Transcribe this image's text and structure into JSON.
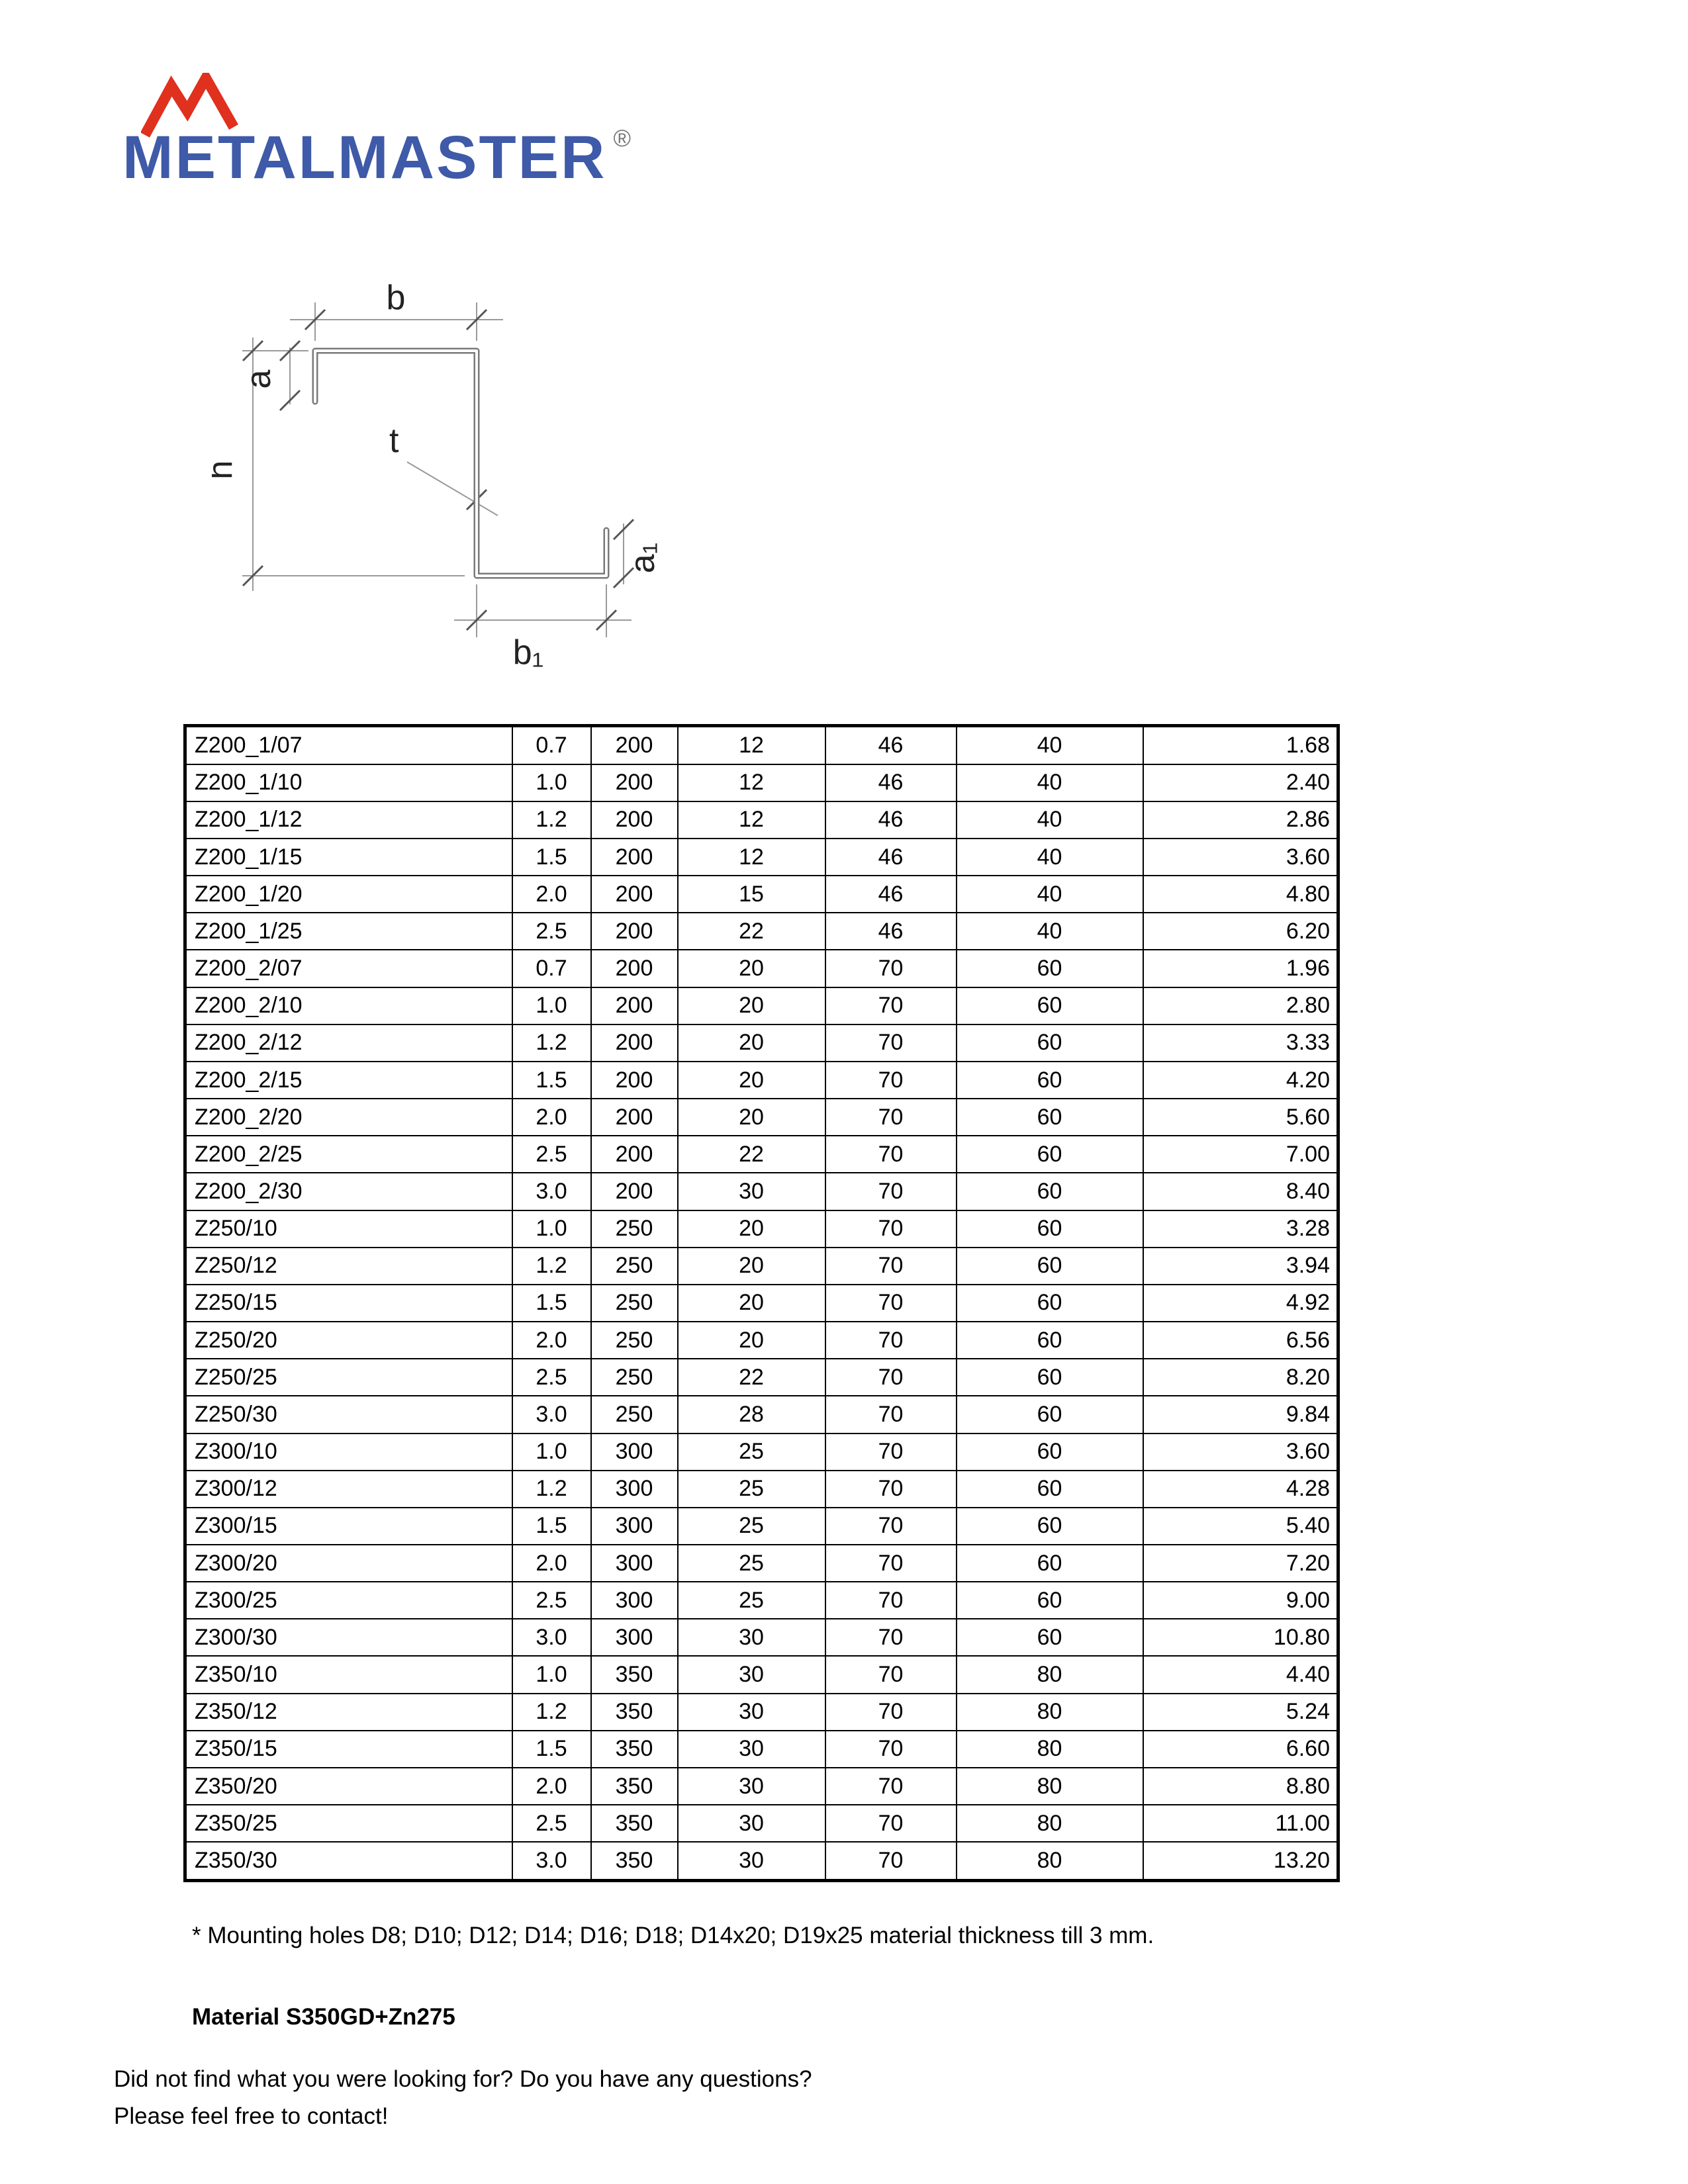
{
  "logo": {
    "brand": "METALMASTER",
    "registered": "®",
    "brand_color": "#3e5aa8",
    "icon_color": "#e0301e",
    "icon": "mountain-zigzag-icon"
  },
  "diagram": {
    "labels": {
      "b": "b",
      "a": "a",
      "t": "t",
      "h": "h",
      "a1": "a₁",
      "b1": "b₁"
    }
  },
  "table": {
    "rows": [
      [
        "Z200_1/07",
        "0.7",
        "200",
        "12",
        "46",
        "40",
        "1.68"
      ],
      [
        "Z200_1/10",
        "1.0",
        "200",
        "12",
        "46",
        "40",
        "2.40"
      ],
      [
        "Z200_1/12",
        "1.2",
        "200",
        "12",
        "46",
        "40",
        "2.86"
      ],
      [
        "Z200_1/15",
        "1.5",
        "200",
        "12",
        "46",
        "40",
        "3.60"
      ],
      [
        "Z200_1/20",
        "2.0",
        "200",
        "15",
        "46",
        "40",
        "4.80"
      ],
      [
        "Z200_1/25",
        "2.5",
        "200",
        "22",
        "46",
        "40",
        "6.20"
      ],
      [
        "Z200_2/07",
        "0.7",
        "200",
        "20",
        "70",
        "60",
        "1.96"
      ],
      [
        "Z200_2/10",
        "1.0",
        "200",
        "20",
        "70",
        "60",
        "2.80"
      ],
      [
        "Z200_2/12",
        "1.2",
        "200",
        "20",
        "70",
        "60",
        "3.33"
      ],
      [
        "Z200_2/15",
        "1.5",
        "200",
        "20",
        "70",
        "60",
        "4.20"
      ],
      [
        "Z200_2/20",
        "2.0",
        "200",
        "20",
        "70",
        "60",
        "5.60"
      ],
      [
        "Z200_2/25",
        "2.5",
        "200",
        "22",
        "70",
        "60",
        "7.00"
      ],
      [
        "Z200_2/30",
        "3.0",
        "200",
        "30",
        "70",
        "60",
        "8.40"
      ],
      [
        "Z250/10",
        "1.0",
        "250",
        "20",
        "70",
        "60",
        "3.28"
      ],
      [
        "Z250/12",
        "1.2",
        "250",
        "20",
        "70",
        "60",
        "3.94"
      ],
      [
        "Z250/15",
        "1.5",
        "250",
        "20",
        "70",
        "60",
        "4.92"
      ],
      [
        "Z250/20",
        "2.0",
        "250",
        "20",
        "70",
        "60",
        "6.56"
      ],
      [
        "Z250/25",
        "2.5",
        "250",
        "22",
        "70",
        "60",
        "8.20"
      ],
      [
        "Z250/30",
        "3.0",
        "250",
        "28",
        "70",
        "60",
        "9.84"
      ],
      [
        "Z300/10",
        "1.0",
        "300",
        "25",
        "70",
        "60",
        "3.60"
      ],
      [
        "Z300/12",
        "1.2",
        "300",
        "25",
        "70",
        "60",
        "4.28"
      ],
      [
        "Z300/15",
        "1.5",
        "300",
        "25",
        "70",
        "60",
        "5.40"
      ],
      [
        "Z300/20",
        "2.0",
        "300",
        "25",
        "70",
        "60",
        "7.20"
      ],
      [
        "Z300/25",
        "2.5",
        "300",
        "25",
        "70",
        "60",
        "9.00"
      ],
      [
        "Z300/30",
        "3.0",
        "300",
        "30",
        "70",
        "60",
        "10.80"
      ],
      [
        "Z350/10",
        "1.0",
        "350",
        "30",
        "70",
        "80",
        "4.40"
      ],
      [
        "Z350/12",
        "1.2",
        "350",
        "30",
        "70",
        "80",
        "5.24"
      ],
      [
        "Z350/15",
        "1.5",
        "350",
        "30",
        "70",
        "80",
        "6.60"
      ],
      [
        "Z350/20",
        "2.0",
        "350",
        "30",
        "70",
        "80",
        "8.80"
      ],
      [
        "Z350/25",
        "2.5",
        "350",
        "30",
        "70",
        "80",
        "11.00"
      ],
      [
        "Z350/30",
        "3.0",
        "350",
        "30",
        "70",
        "80",
        "13.20"
      ]
    ]
  },
  "notes": {
    "mounting": "* Mounting holes D8; D10; D12; D14; D16; D18; D14x20; D19x25 material thickness till 3 mm.",
    "material": "Material S350GD+Zn275"
  },
  "contact": {
    "line1": "Did not find what you were looking for? Do you have any questions?",
    "line2": "Please feel free to contact!"
  }
}
